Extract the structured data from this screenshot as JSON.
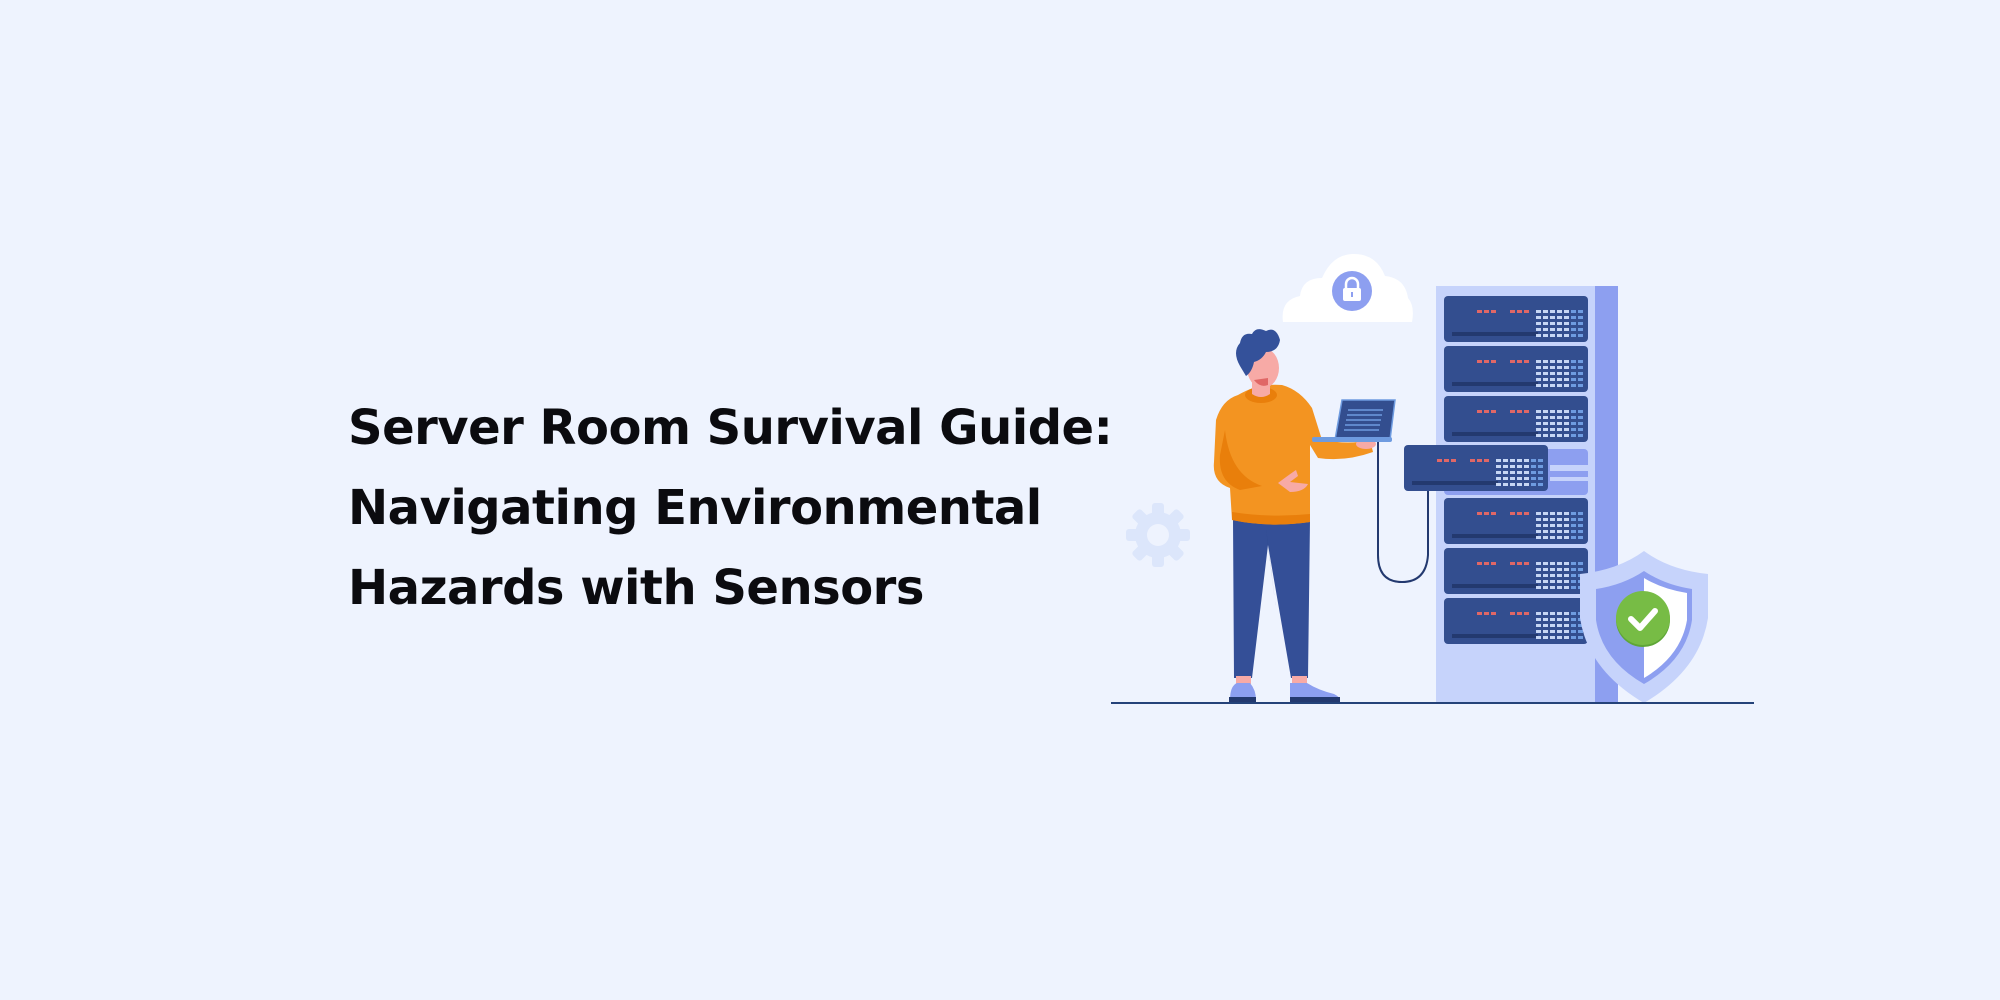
{
  "headline": {
    "lines": [
      "Server Room Survival Guide:",
      "Navigating Environmental",
      "Hazards with Sensors"
    ]
  },
  "illustration": {
    "elements": [
      "person-holding-laptop",
      "server-rack",
      "pulled-out-server-unit",
      "network-cable",
      "cloud-lock-icon",
      "gear-icon",
      "security-shield-check-icon",
      "ground-line"
    ]
  },
  "colors": {
    "background": "#EEF3FE",
    "text": "#0B0B0F",
    "server_navy": "#334E8F",
    "server_slot": "#23396F",
    "led_red": "#E06766",
    "led_light": "#C6D6F4",
    "led_blue": "#6E9BE0",
    "rack_light": "#C6D3FB",
    "rack_side": "#8D9FF0",
    "shirt_orange": "#F39421",
    "shirt_shadow": "#E97F0B",
    "pants_blue": "#344F97",
    "skin": "#F7AAA6",
    "hair": "#34519A",
    "shoe": "#8C9FF0",
    "shield_outer": "#C6D3FB",
    "shield_inner": "#8D9FF0",
    "check_green": "#77BC45",
    "gear": "#DCE6FB",
    "ground": "#244279"
  }
}
